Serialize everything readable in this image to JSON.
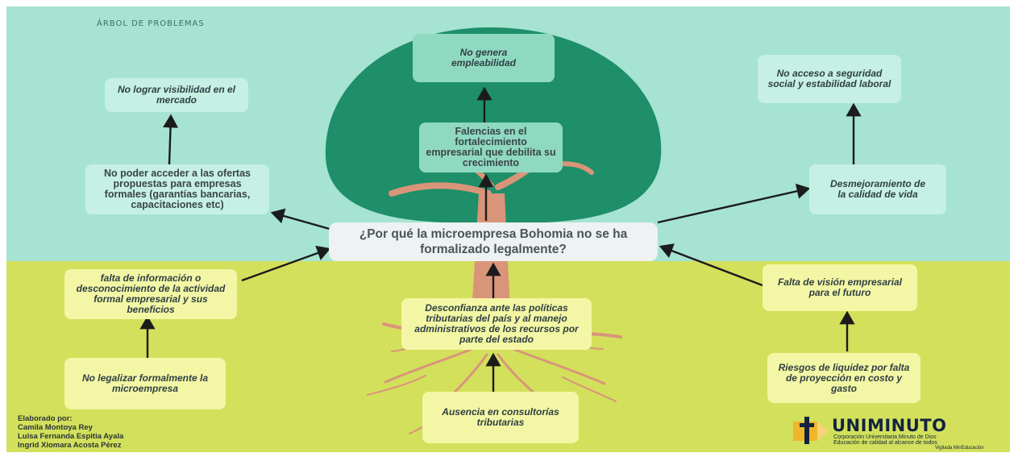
{
  "title": "ÁRBOL DE PROBLEMAS",
  "colors": {
    "sky": "#a6e3d3",
    "ground": "#d3e05c",
    "canopy": "#1e8f68",
    "trunk": "#d99579",
    "arrow": "#1b1b1b"
  },
  "central_problem": "¿Por qué la  microempresa Bohomia no se ha formalizado legalmente?",
  "effects": {
    "visibility": "No lograr visibilidad en el mercado",
    "offers": "No poder acceder a las ofertas propuestas para empresas formales (garantías bancarias, capacitaciones etc)",
    "employability": "No genera empleabilidad",
    "weakness": "Falencias en el fortalecimiento empresarial que debilita su crecimiento",
    "social_security": "No acceso a seguridad social y estabilidad laboral",
    "quality_of_life": "Desmejoramiento de la calidad de vida"
  },
  "causes": {
    "lack_info": "falta de información o desconocimiento de la actividad formal empresarial y sus beneficios",
    "not_legalize": "No legalizar formalmente la microempresa",
    "distrust": "Desconfianza ante las políticas tributarias  del país y al manejo administrativos de los recursos por parte del estado",
    "no_consulting": "Ausencia en consultorías tributarias",
    "vision": "Falta de visión empresarial para el futuro",
    "liquidity": "Riesgos de liquidez por falta de proyección en costo y gasto"
  },
  "credits": {
    "label": "Elaborado por:",
    "authors": [
      "Camila Montoya Rey",
      "Luisa Fernanda Espitia Ayala",
      "Ingrid Xiomara Acosta Pérez"
    ]
  },
  "logo": {
    "name": "UNIMINUTO",
    "line1": "Corporación Universitaria Minuto de Dios",
    "line2": "Educación de calidad al alcance de todos",
    "line3": "Vigilada MinEducación"
  }
}
